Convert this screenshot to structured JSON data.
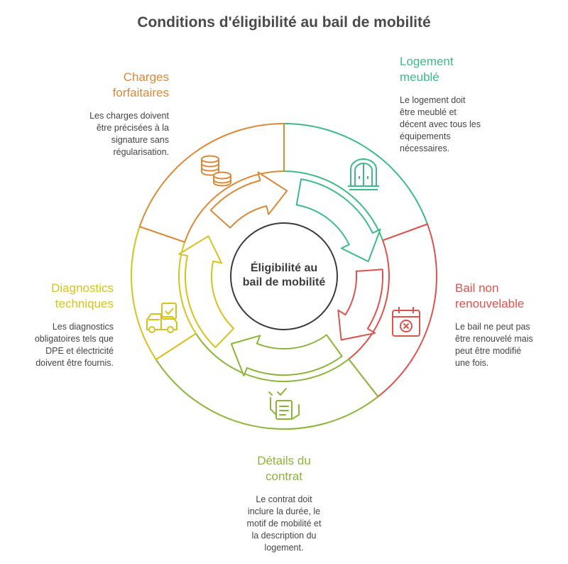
{
  "title": "Conditions d'éligibilité au bail de mobilité",
  "center": {
    "line1": "Éligibilité au",
    "line2": "bail de mobilité"
  },
  "colors": {
    "charges": "#d9893a",
    "logement": "#3fb98a",
    "bail": "#d9534f",
    "contrat": "#8db43a",
    "diagnostics": "#d6c21f",
    "center_stroke": "#3a3a3a",
    "title": "#4a4a4a"
  },
  "segments": [
    {
      "id": "charges",
      "icon": "coins-stack-icon",
      "title_lines": [
        "Charges",
        "forfaitaires"
      ],
      "desc_lines": [
        "Les charges doivent",
        "être précisées à la",
        "signature sans",
        "régularisation."
      ]
    },
    {
      "id": "logement",
      "icon": "furnished-window-icon",
      "title_lines": [
        "Logement",
        "meublé"
      ],
      "desc_lines": [
        "Le logement doit",
        "être meublé et",
        "décent avec tous les",
        "équipements",
        "nécessaires."
      ]
    },
    {
      "id": "bail",
      "icon": "calendar-cancel-icon",
      "title_lines": [
        "Bail non",
        "renouvelable"
      ],
      "desc_lines": [
        "Le bail ne peut pas",
        "être renouvelé mais",
        "peut être modifié",
        "une fois."
      ]
    },
    {
      "id": "contrat",
      "icon": "contract-checklist-icon",
      "title_lines": [
        "Détails du",
        "contrat"
      ],
      "desc_lines": [
        "Le contrat doit",
        "inclure la durée, le",
        "motif de mobilité et",
        "la description du",
        "logement."
      ]
    },
    {
      "id": "diagnostics",
      "icon": "inspection-truck-icon",
      "title_lines": [
        "Diagnostics",
        "techniques"
      ],
      "desc_lines": [
        "Les diagnostics",
        "obligatoires tels que",
        "DPE et électricité",
        "doivent être fournis."
      ]
    }
  ]
}
